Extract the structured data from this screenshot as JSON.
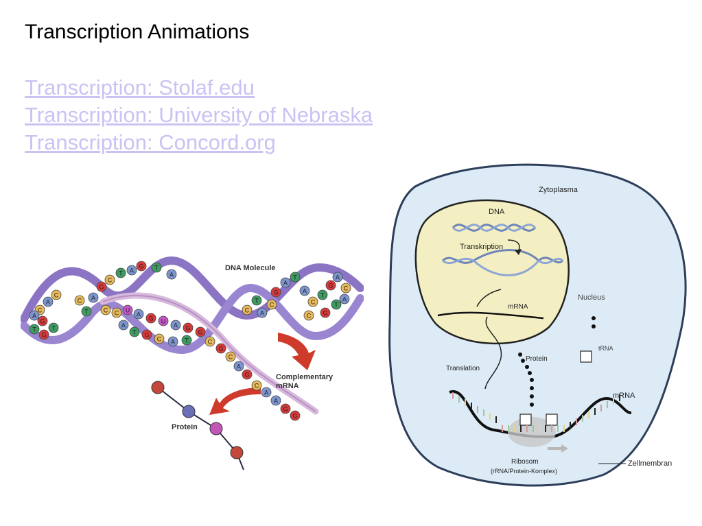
{
  "title": "Transcription Animations",
  "links": [
    {
      "label": "Transcription: Stolaf.edu"
    },
    {
      "label": "Transcription:  University of Nebraska"
    },
    {
      "label": "Transcription: Concord.org"
    }
  ],
  "dna_figure": {
    "dna_label": "DNA Molecule",
    "mrna_label_line1": "Complementary",
    "mrna_label_line2": "mRNA",
    "protein_label": "Protein",
    "base_colors": {
      "A": "#7d95cf",
      "T": "#3e9a62",
      "G": "#d83a3a",
      "C": "#e7b95a",
      "U": "#c756c9"
    }
  },
  "cell_figure": {
    "cytoplasm_label": "Zytoplasma",
    "dna_label": "DNA",
    "transcription_label": "Transkription",
    "mrna_nucleus_label": "mRNA",
    "nucleus_label": "Nucleus",
    "trna_label": "tRNA",
    "protein_label": "Protein",
    "translation_label": "Translation",
    "mrna_label": "mRNA",
    "ribosome_label": "Ribosom",
    "ribosome_sublabel": "(rRNA/Protein-Komplex)",
    "membrane_label": "Zellmembran"
  }
}
